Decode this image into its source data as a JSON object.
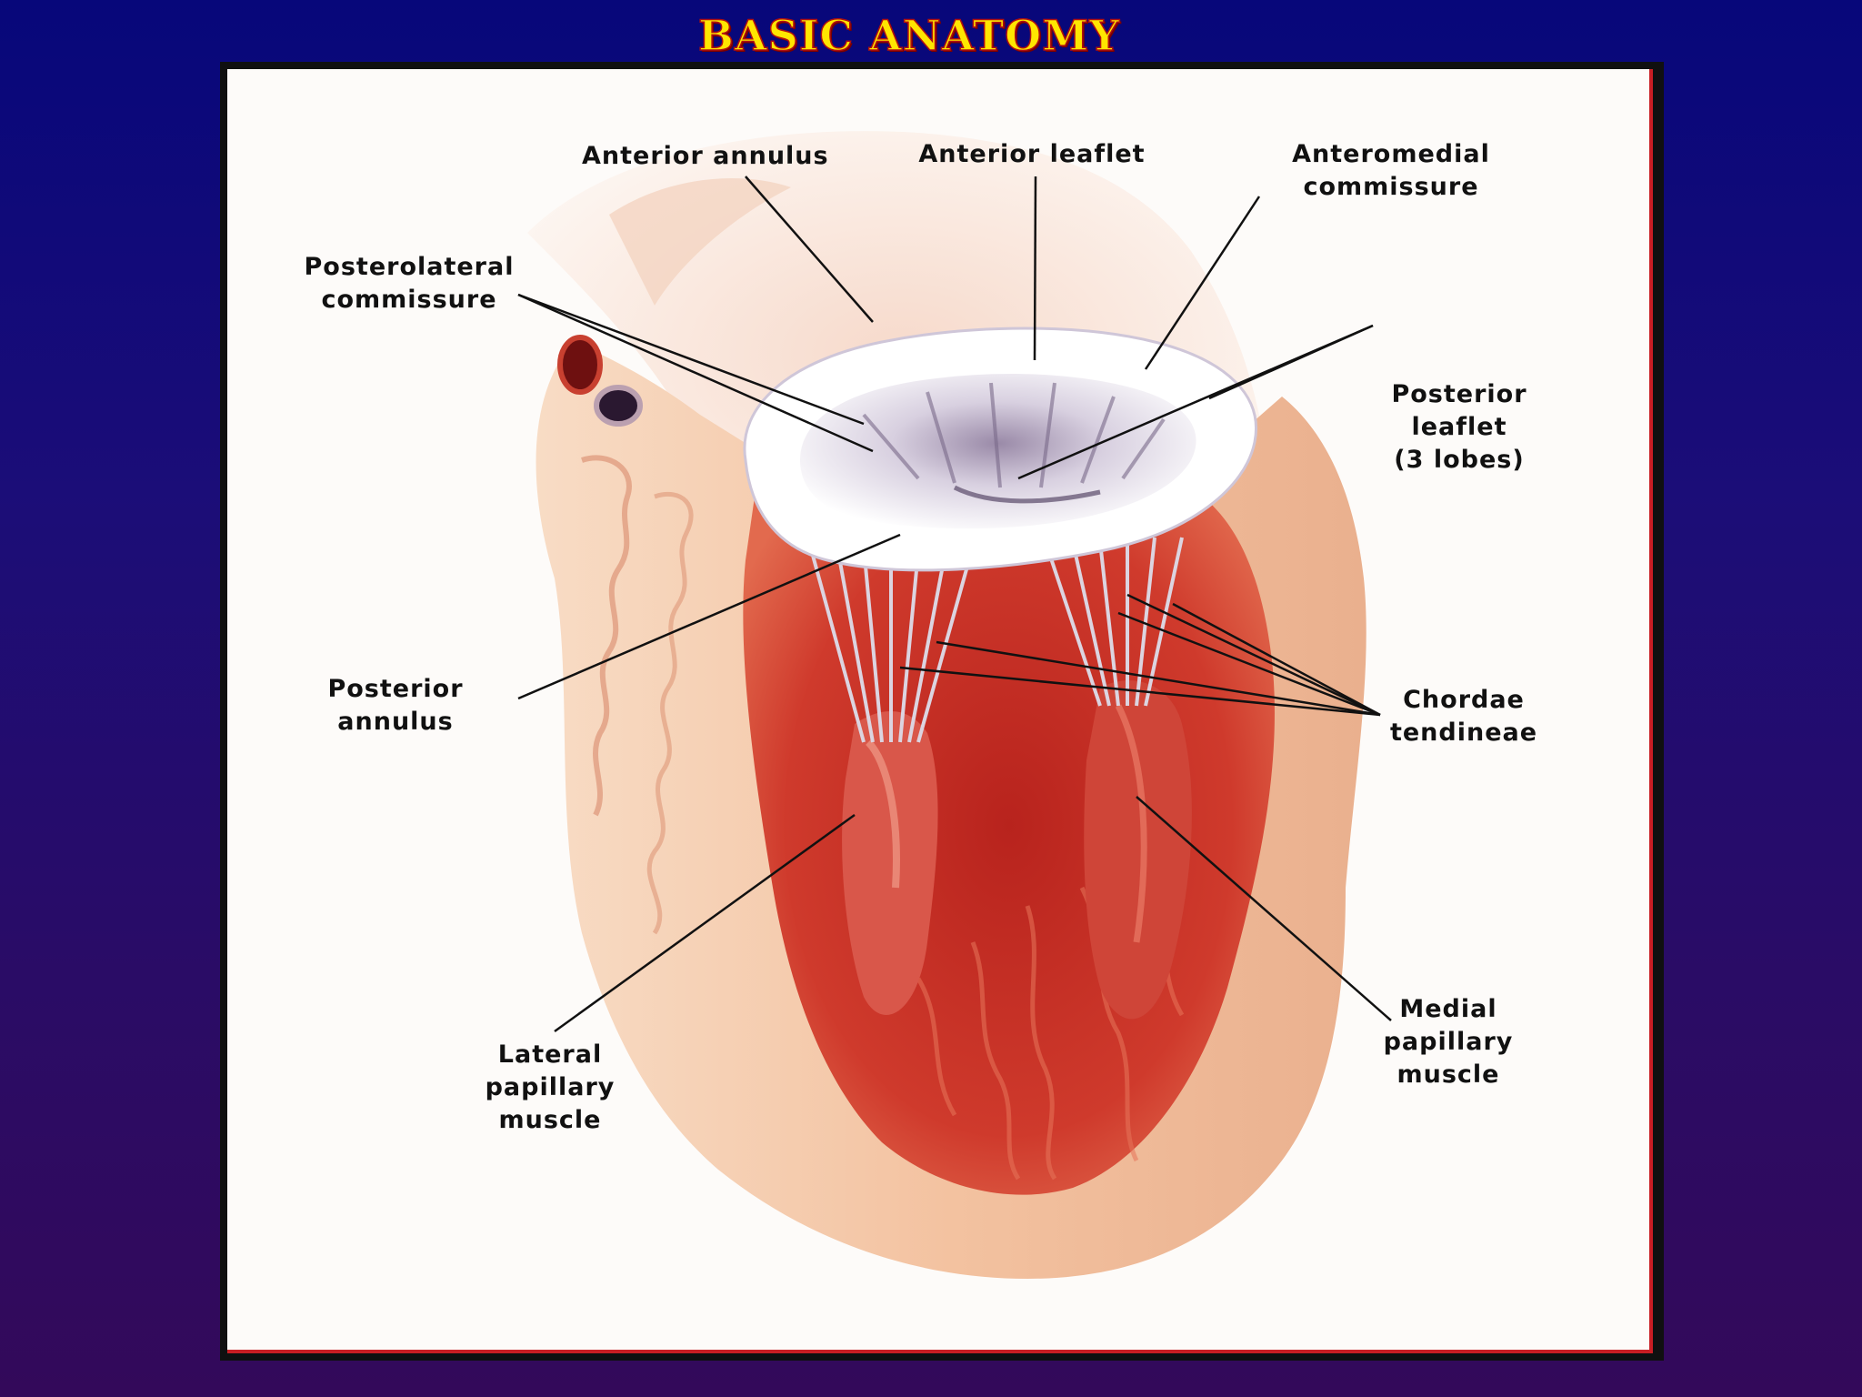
{
  "title": "BASIC ANATOMY",
  "labels": {
    "anterior_annulus": "Anterior annulus",
    "anterior_leaflet": "Anterior leaflet",
    "anteromedial_commissure": "Anteromedial\ncommissure",
    "posterolateral_commissure": "Posterolateral\ncommissure",
    "posterior_leaflet": "Posterior\nleaflet\n(3 lobes)",
    "posterior_annulus": "Posterior\nannulus",
    "chordae_tendineae": "Chordae\ntendineae",
    "lateral_papillary_muscle": "Lateral\npapillary\nmuscle",
    "medial_papillary_muscle": "Medial\npapillary\nmuscle"
  },
  "colors": {
    "title_fill": "#ffe600",
    "title_outline": "#b01010",
    "muscle": "#c8382c",
    "wall": "#f3c3a3",
    "valve": "#f1eef4"
  }
}
